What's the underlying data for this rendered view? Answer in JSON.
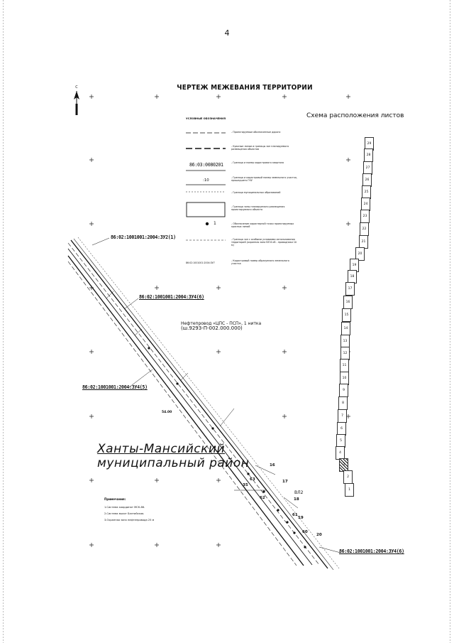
{
  "page_number": "4",
  "title": "ЧЕРТЕЖ МЕЖЕВАНИЯ ТЕРРИТОРИИ",
  "north_label": "С",
  "scheme_title": "Схема расположения листов",
  "legend": {
    "heading": "УСЛОВНЫЕ ОБОЗНАЧЕНИЯ",
    "items": [
      "- Проектируемые обозначенные дороги",
      "- Красные линии и границы зон планируемого размещения объектов",
      "- Граница и номер кадастрового квартала",
      "- Граница и кадастровый номер земельного участка, прошедшего ГКУ",
      "- Граница муниципальных образований",
      "- Граница зоны планируемого размещения проектируемого объекта",
      "- Обозначение характерной точки проектируемых красных линий",
      "- Граница зон с особыми условиями использования территорий (охранная зона ВЛ 6 кВ - проводники 10 м)",
      "- Кадастровый номер образуемого земельного участка"
    ],
    "quarter_sample": "86:03:0080201",
    "parcel_sample": ":10",
    "point_sample": "1",
    "small_cadastral": "86:02:1001001:2004:ЗУ7"
  },
  "cadastral_labels": {
    "a": "86:02:1001001:2004:ЗУ2(1)",
    "b": "86:02:1001001:2004:ЗУ4(6)",
    "c": "86:02:1001001:2004:ЗУ4(5)",
    "d": "86:02:1001001:2004:ЗУ4(6)"
  },
  "pipeline": {
    "line1": "Нефтепровод «ЦПС - ПСП», 1 нитка",
    "line2": "(ш.9293-П-002.000.000)"
  },
  "region": {
    "line1": "Ханты-Мансийский",
    "line2": "муниципальный район"
  },
  "point_numbers": [
    "16",
    "17",
    "18",
    "19",
    "20",
    "60",
    "61",
    "62",
    "63",
    "35",
    "54.00",
    "ВЛ2"
  ],
  "notes": {
    "heading": "Примечания:",
    "items": [
      "1.Система координат МСК-86.",
      "2.Система высот Балтийская.",
      "3.Охранная зона нефтепровода 25 м"
    ]
  },
  "sheets": [
    "29",
    "28",
    "27",
    "26",
    "25",
    "24",
    "23",
    "22",
    "21",
    "20",
    "19",
    "18",
    "17",
    "16",
    "15",
    "14",
    "13",
    "12",
    "11",
    "10",
    "9",
    "8",
    "7",
    "6",
    "5",
    "4",
    "3",
    "2",
    "1"
  ]
}
